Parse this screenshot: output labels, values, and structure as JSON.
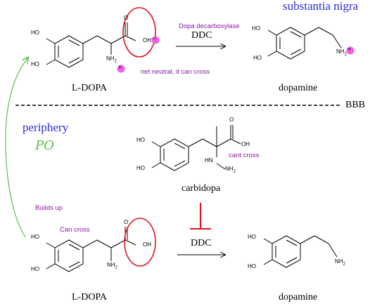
{
  "region_labels": {
    "cns": "substantia nigra",
    "periphery": "periphery",
    "route": "PO",
    "barrier": "BBB"
  },
  "top_reaction": {
    "substrate": "L-DOPA",
    "enzyme_full_name": "Dopa decarboxylase",
    "enzyme": "DDC",
    "product": "dopamine",
    "note": "net neutral, it can cross"
  },
  "inhibitor": {
    "name": "carbidopa",
    "note": "cant cross"
  },
  "bottom_reaction": {
    "substrate": "L-DOPA",
    "enzyme": "DDC",
    "product": "dopamine",
    "note_buildup": "Builds up",
    "note_cross": "Can cross"
  },
  "atoms": {
    "hydroxyl": "HO",
    "carboxyl_oh": "OH",
    "carbonyl_o": "O",
    "amine": "NH",
    "amine_sub": "2",
    "hydrazine_n": "N",
    "hydrazine_h": "H"
  },
  "colors": {
    "annotation_purple": "#8a17a8",
    "circle_red": "#e0141e",
    "charge_magenta": "#f060e6",
    "arrow_green": "#55c247",
    "region_blue": "#2a2ad6",
    "inhibition_red": "#e0141e"
  },
  "charges": {
    "negative": "−",
    "positive": "+"
  }
}
